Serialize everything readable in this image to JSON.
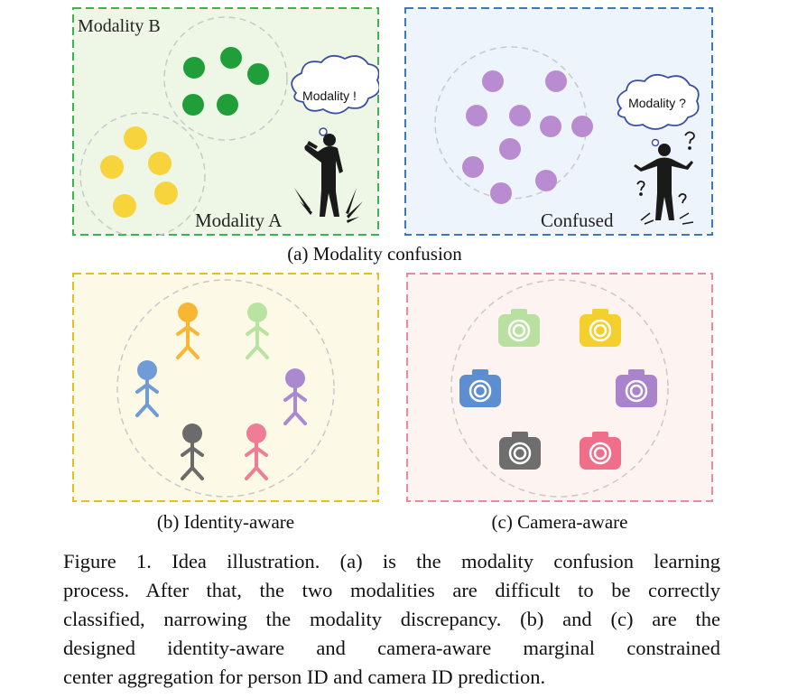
{
  "panel_a_left": {
    "modality_b_label": "Modality B",
    "modality_a_label": "Modality A",
    "bubble_text": "Modality !"
  },
  "panel_a_right": {
    "confused_label": "Confused",
    "bubble_text": "Modality ?"
  },
  "captions": {
    "a": "(a) Modality confusion",
    "b": "(b) Identity-aware",
    "c": "(c) Camera-aware"
  },
  "figure_caption": {
    "lines": [
      "Figure 1. Idea illustration. (a) is the modality confusion learning",
      "process. After that, the two modalities are difficult to be correctly",
      "classified, narrowing the modality discrepancy. (b) and (c) are the",
      "designed identity-aware and camera-aware marginal constrained",
      "center aggregation for person ID and camera ID prediction."
    ]
  },
  "colors": {
    "green_border": "#39b54a",
    "blue_border": "#3a78c2",
    "yellow_border": "#e6bf1f",
    "pink_border": "#e98aa0",
    "green_dot": "#1f9e3a",
    "yellow_dot": "#f7d43b",
    "purple_dot": "#b98bd0",
    "person_orange": "#f7b733",
    "person_lightgreen": "#b9e3a0",
    "person_blue": "#6f9bd6",
    "person_purple": "#a98ad0",
    "person_gray": "#6b6b6b",
    "person_pink": "#ef7d95",
    "cam_lightgreen": "#b9e0a0",
    "cam_yellow": "#f5cf2c",
    "cam_blue": "#5d8ed0",
    "cam_purple": "#a983cc",
    "cam_gray": "#6e6e6e",
    "cam_pink": "#ef6f8a"
  },
  "icons": [
    "thought-bubble-icon",
    "thinking-person-icon",
    "shrugging-person-icon",
    "stick-figure-icon",
    "camera-icon"
  ]
}
